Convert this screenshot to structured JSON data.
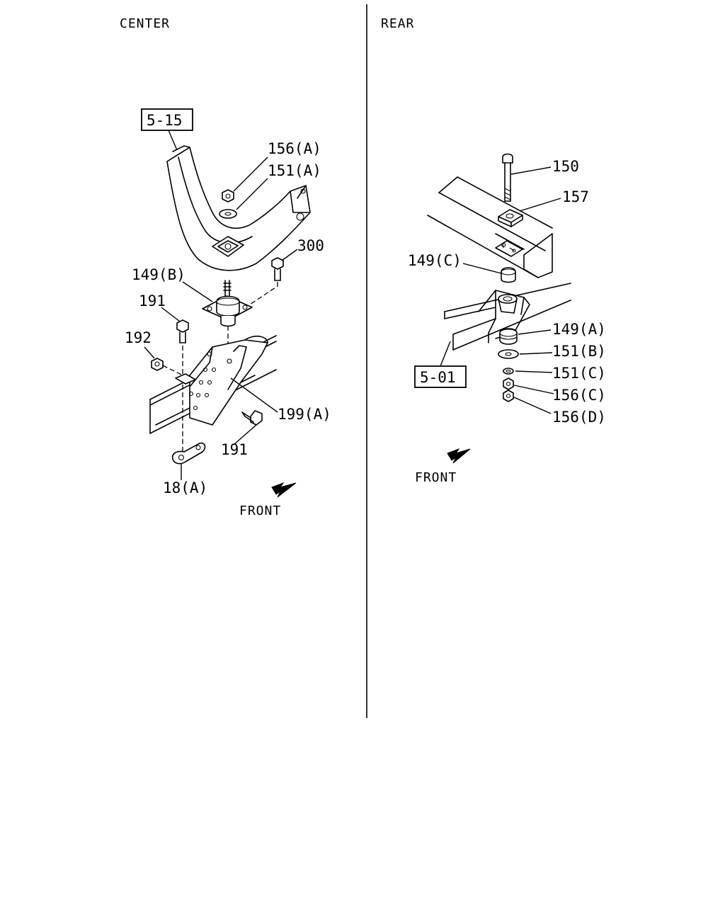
{
  "sections": {
    "center": {
      "title": "CENTER",
      "ref_box": "5-15",
      "front_label": "FRONT",
      "callouts": [
        "156(A)",
        "151(A)",
        "300",
        "149(B)",
        "191",
        "192",
        "199(A)",
        "191",
        "18(A)"
      ]
    },
    "rear": {
      "title": "REAR",
      "ref_box": "5-01",
      "front_label": "FRONT",
      "callouts": [
        "150",
        "157",
        "149(C)",
        "149(A)",
        "151(B)",
        "151(C)",
        "156(C)",
        "156(D)"
      ]
    }
  }
}
